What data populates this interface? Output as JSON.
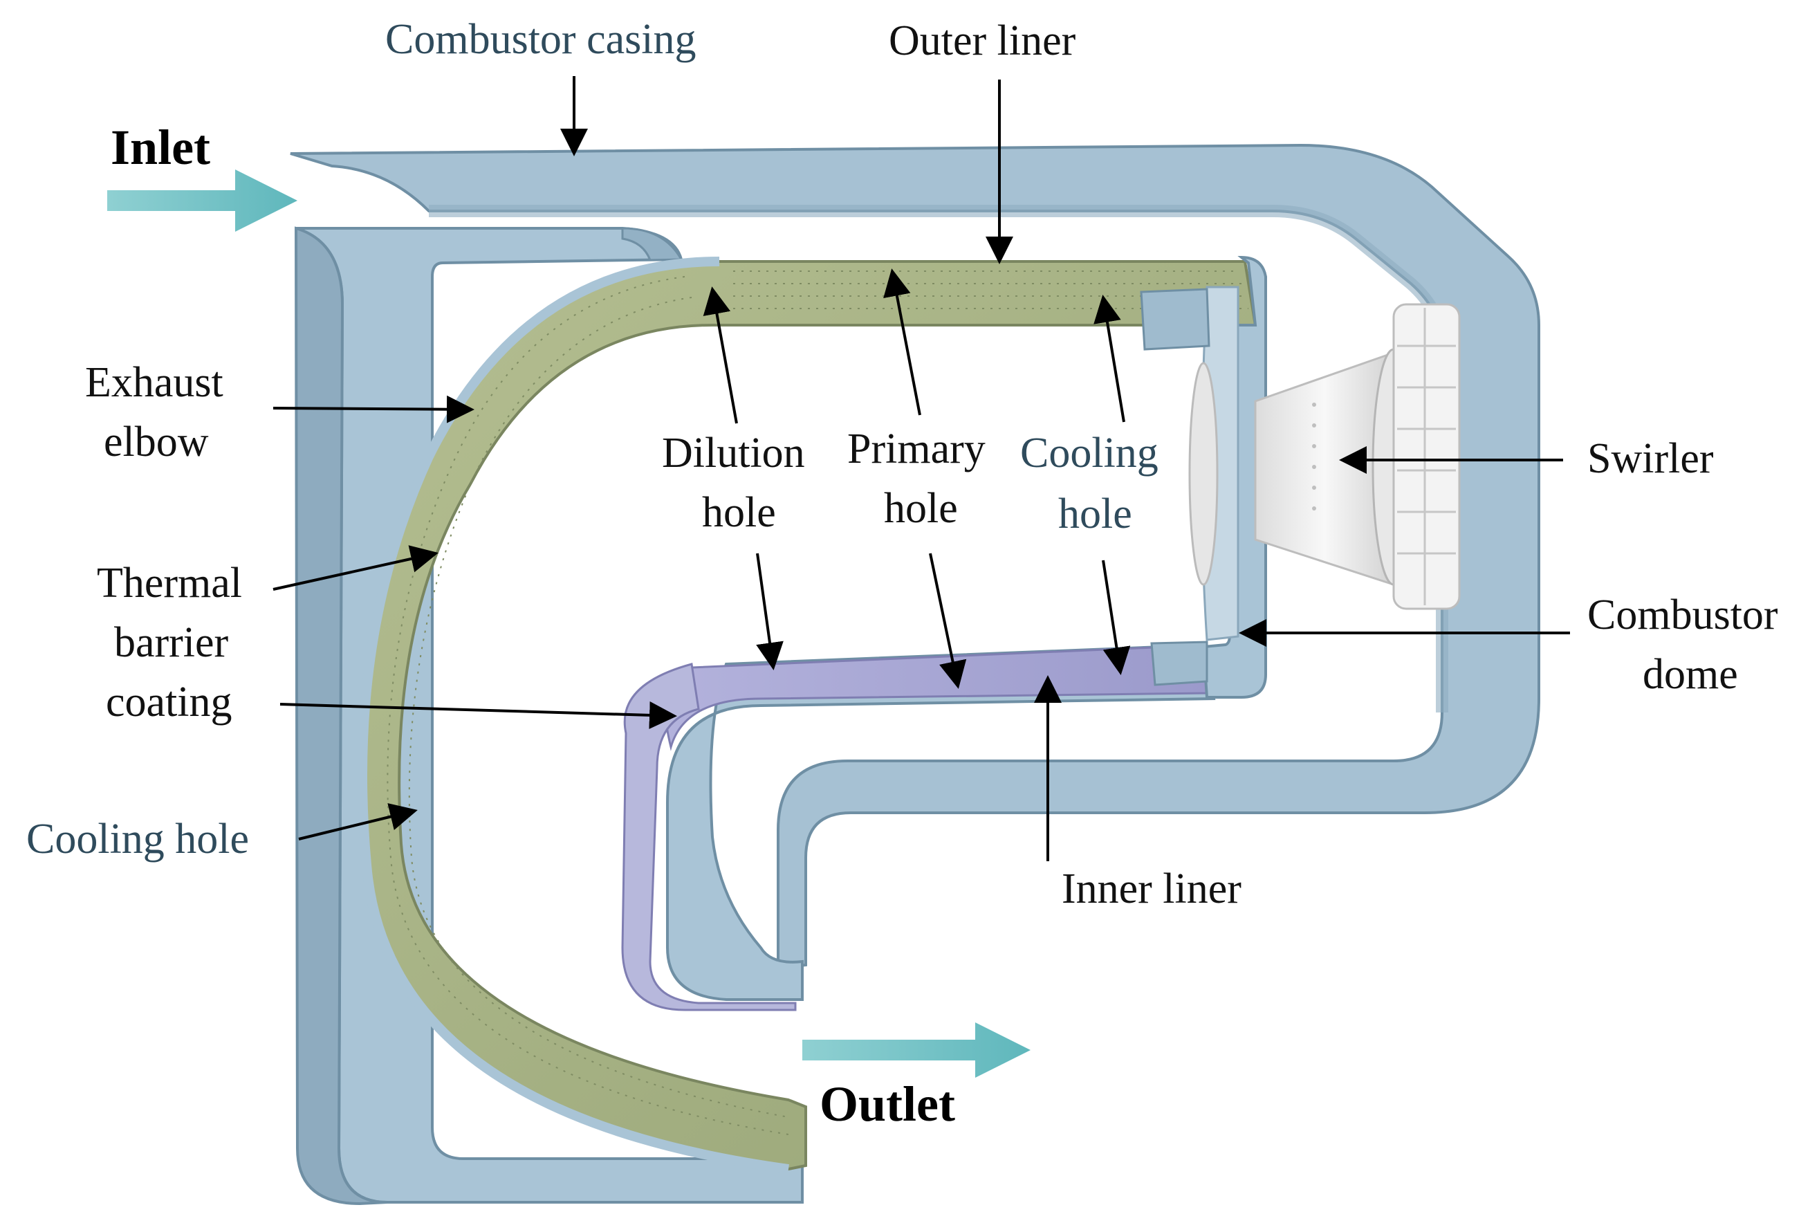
{
  "colors": {
    "casing_fill": "#a9c4d6",
    "casing_edge": "#6f8fa4",
    "outer_liner": "#a6b184",
    "inner_liner": "#a7a6d2",
    "flow_arrow": "#6ec2c6",
    "swirler": "#eeeeee",
    "label_dark": "#111111",
    "label_blue": "#2f4b5c"
  },
  "labels": {
    "inlet": "Inlet",
    "outlet": "Outlet",
    "combustor_casing": "Combustor casing",
    "outer_liner": "Outer liner",
    "exhaust_elbow_1": "Exhaust",
    "exhaust_elbow_2": "elbow",
    "dilution_1": "Dilution",
    "dilution_2": "hole",
    "primary_1": "Primary",
    "primary_2": "hole",
    "cooling_top_1": "Cooling",
    "cooling_top_2": "hole",
    "swirler": "Swirler",
    "tbc_1": "Thermal",
    "tbc_2": "barrier",
    "tbc_3": "coating",
    "combustor_dome_1": "Combustor",
    "combustor_dome_2": "dome",
    "cooling_left": "Cooling hole",
    "inner_liner": "Inner liner"
  }
}
